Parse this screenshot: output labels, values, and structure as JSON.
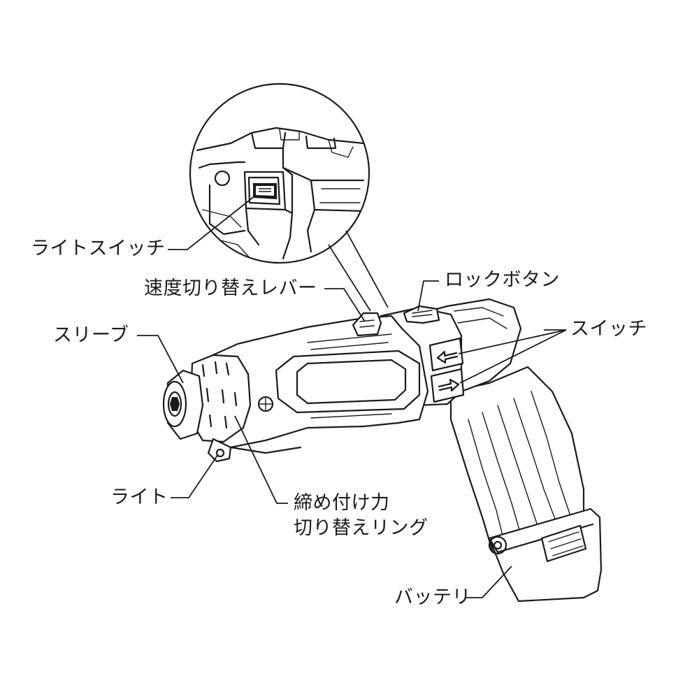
{
  "labels": {
    "light_switch": "ライトスイッチ",
    "speed_lever": "速度切り替えレバー",
    "lock_button": "ロックボタン",
    "switch": "スイッチ",
    "sleeve": "スリーブ",
    "light": "ライト",
    "torque_ring_line1": "締め付け力",
    "torque_ring_line2": "切り替えリング",
    "battery": "バッテリ"
  },
  "icons": [
    "arrow-left-icon",
    "arrow-right-icon"
  ]
}
